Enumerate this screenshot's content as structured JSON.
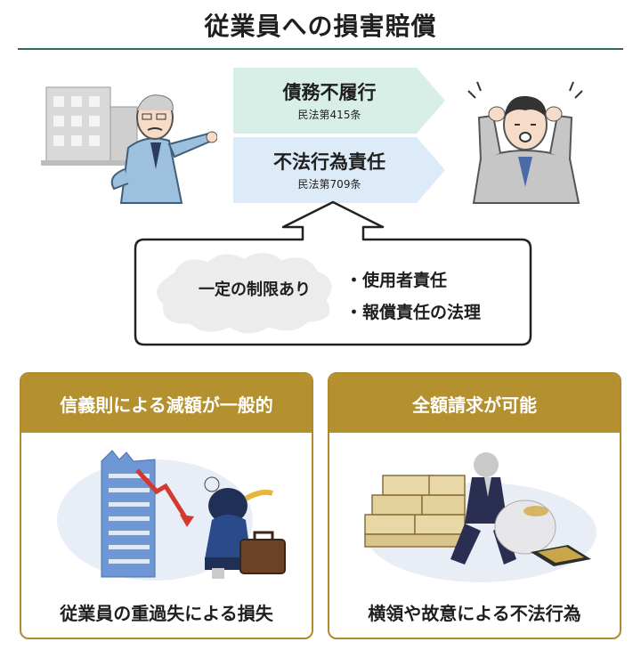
{
  "title": "従業員への損害賠償",
  "arrows": [
    {
      "main": "債務不履行",
      "sub": "民法第415条",
      "color": "#d8efe8"
    },
    {
      "main": "不法行為責任",
      "sub": "民法第709条",
      "color": "#dcebf7"
    }
  ],
  "limit": {
    "cloud_label": "一定の制限あり",
    "bullets": [
      "・使用者責任",
      "・報償責任の法理"
    ]
  },
  "cards": [
    {
      "header": "信義則による減額が一般的",
      "caption": "従業員の重過失による損失"
    },
    {
      "header": "全額請求が可能",
      "caption": "横領や故意による不法行為"
    }
  ],
  "colors": {
    "gold": "#b5902f",
    "rule": "#2e6b5a"
  }
}
